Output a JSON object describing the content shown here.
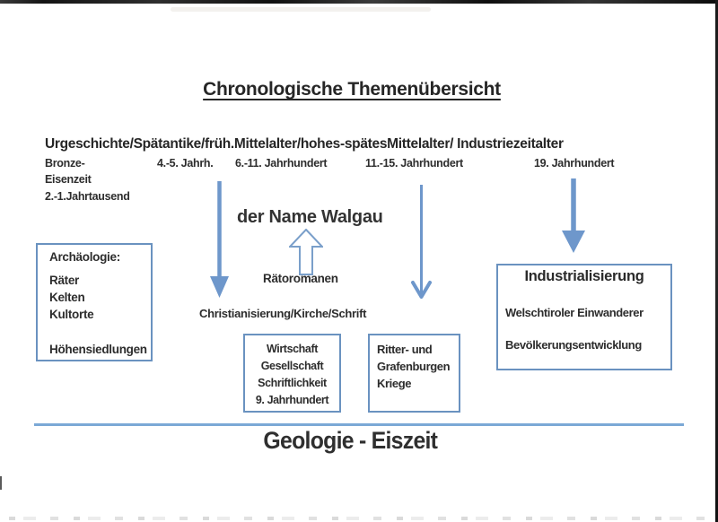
{
  "title": "Chronologische Themenübersicht",
  "timeline": {
    "era_header": "Urgeschichte/Spätantike/früh.Mittelalter/hohes-spätesMittelalter/ Industriezeitalter",
    "periods": [
      "Bronze-",
      "4.-5. Jahrh.",
      "6.-11. Jahrhundert",
      "11.-15. Jahrhundert",
      "19. Jahrhundert"
    ],
    "bronze_line2": "Eisenzeit",
    "bronze_line3": "2.-1.Jahrtausend"
  },
  "center": {
    "walgau": "der Name Walgau",
    "raetoromanen": "Rätoromanen",
    "christianisierung": "Christianisierung/Kirche/Schrift"
  },
  "boxes": {
    "archaeologie": {
      "title": "Archäologie:",
      "items": [
        "Räter",
        "Kelten",
        "Kultorte",
        "Höhensiedlungen"
      ]
    },
    "wirtschaft": {
      "lines": [
        "Wirtschaft",
        "Gesellschaft",
        "Schriftlichkeit",
        "9. Jahrhundert"
      ]
    },
    "ritter": {
      "lines": [
        "Ritter- und",
        "Grafenburgen",
        "Kriege"
      ]
    },
    "industrialisierung": {
      "title": "Industrialisierung",
      "lines": [
        "Welschtiroler Einwanderer",
        "Bevölkerungsentwicklung"
      ]
    }
  },
  "footer": {
    "geologie": "Geologie - Eiszeit"
  },
  "colors": {
    "arrow_blue": "#6e97cb",
    "box_border": "#6a92c0",
    "divider_blue": "#7ba8d6",
    "text": "#2d2d2d"
  }
}
